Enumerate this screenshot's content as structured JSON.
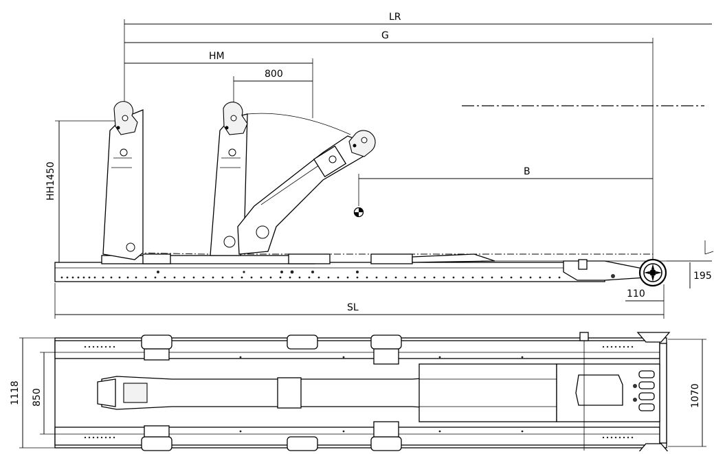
{
  "dimensions": {
    "lr": "LR",
    "g": "G",
    "hm": "HM",
    "d800": "800",
    "b": "B",
    "hh": "HH1450",
    "d195": "195",
    "d110": "110",
    "sl": "SL",
    "d1118": "1118",
    "d850": "850",
    "d1070": "1070"
  }
}
